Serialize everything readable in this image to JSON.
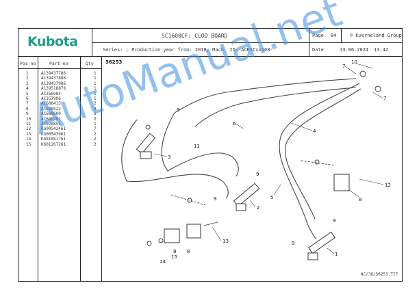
{
  "header": {
    "brand": "Kubota",
    "document_title": "SC1600CF: CLOD BOARD",
    "page_label": "Page",
    "page_number": "84",
    "copyright": "© Kverneland Group",
    "series_line": "Series: ; Production year from: 2018; Mach. ID: ACKSCxx108-",
    "date_label": "Date",
    "date_value": "13.06.2024",
    "time_value": "13:42"
  },
  "parts_table": {
    "columns": [
      "Pos-no",
      "Part-no",
      "Qty"
    ],
    "rows": [
      {
        "pos": "1",
        "part": "A139437786",
        "qty": "1"
      },
      {
        "pos": "2",
        "part": "A139437886",
        "qty": "1"
      },
      {
        "pos": "3",
        "part": "A139437986",
        "qty": "1"
      },
      {
        "pos": "4",
        "part": "A139518878",
        "qty": "1"
      },
      {
        "pos": "5",
        "part": "AC356984",
        "qty": "1"
      },
      {
        "pos": "6",
        "part": "AC357996",
        "qty": "1"
      },
      {
        "pos": "7",
        "part": "AC688413",
        "qty": "2"
      },
      {
        "pos": "8",
        "part": "AC688522",
        "qty": "9"
      },
      {
        "pos": "9",
        "part": "AC688600",
        "qty": "6"
      },
      {
        "pos": "10",
        "part": "AC688791",
        "qty": "2"
      },
      {
        "pos": "11",
        "part": "AC928857",
        "qty": "1"
      },
      {
        "pos": "12",
        "part": "KG00543461",
        "qty": "7"
      },
      {
        "pos": "13",
        "part": "KG00543961",
        "qty": "2"
      },
      {
        "pos": "14",
        "part": "KG01051761",
        "qty": "2"
      },
      {
        "pos": "15",
        "part": "KG01267261",
        "qty": "2"
      }
    ]
  },
  "diagram": {
    "id": "36253",
    "file_ref": "AC/36/36253.TIF",
    "callouts": [
      "1",
      "2",
      "3",
      "4",
      "5",
      "6",
      "7",
      "7",
      "8",
      "8",
      "8",
      "9",
      "9",
      "9",
      "9",
      "9",
      "10",
      "11",
      "12",
      "13",
      "14",
      "15"
    ]
  },
  "watermark": "AutoManual.net",
  "colors": {
    "brand": "#1f9a8a",
    "watermark": "#3c8cdc",
    "line": "#222222"
  }
}
